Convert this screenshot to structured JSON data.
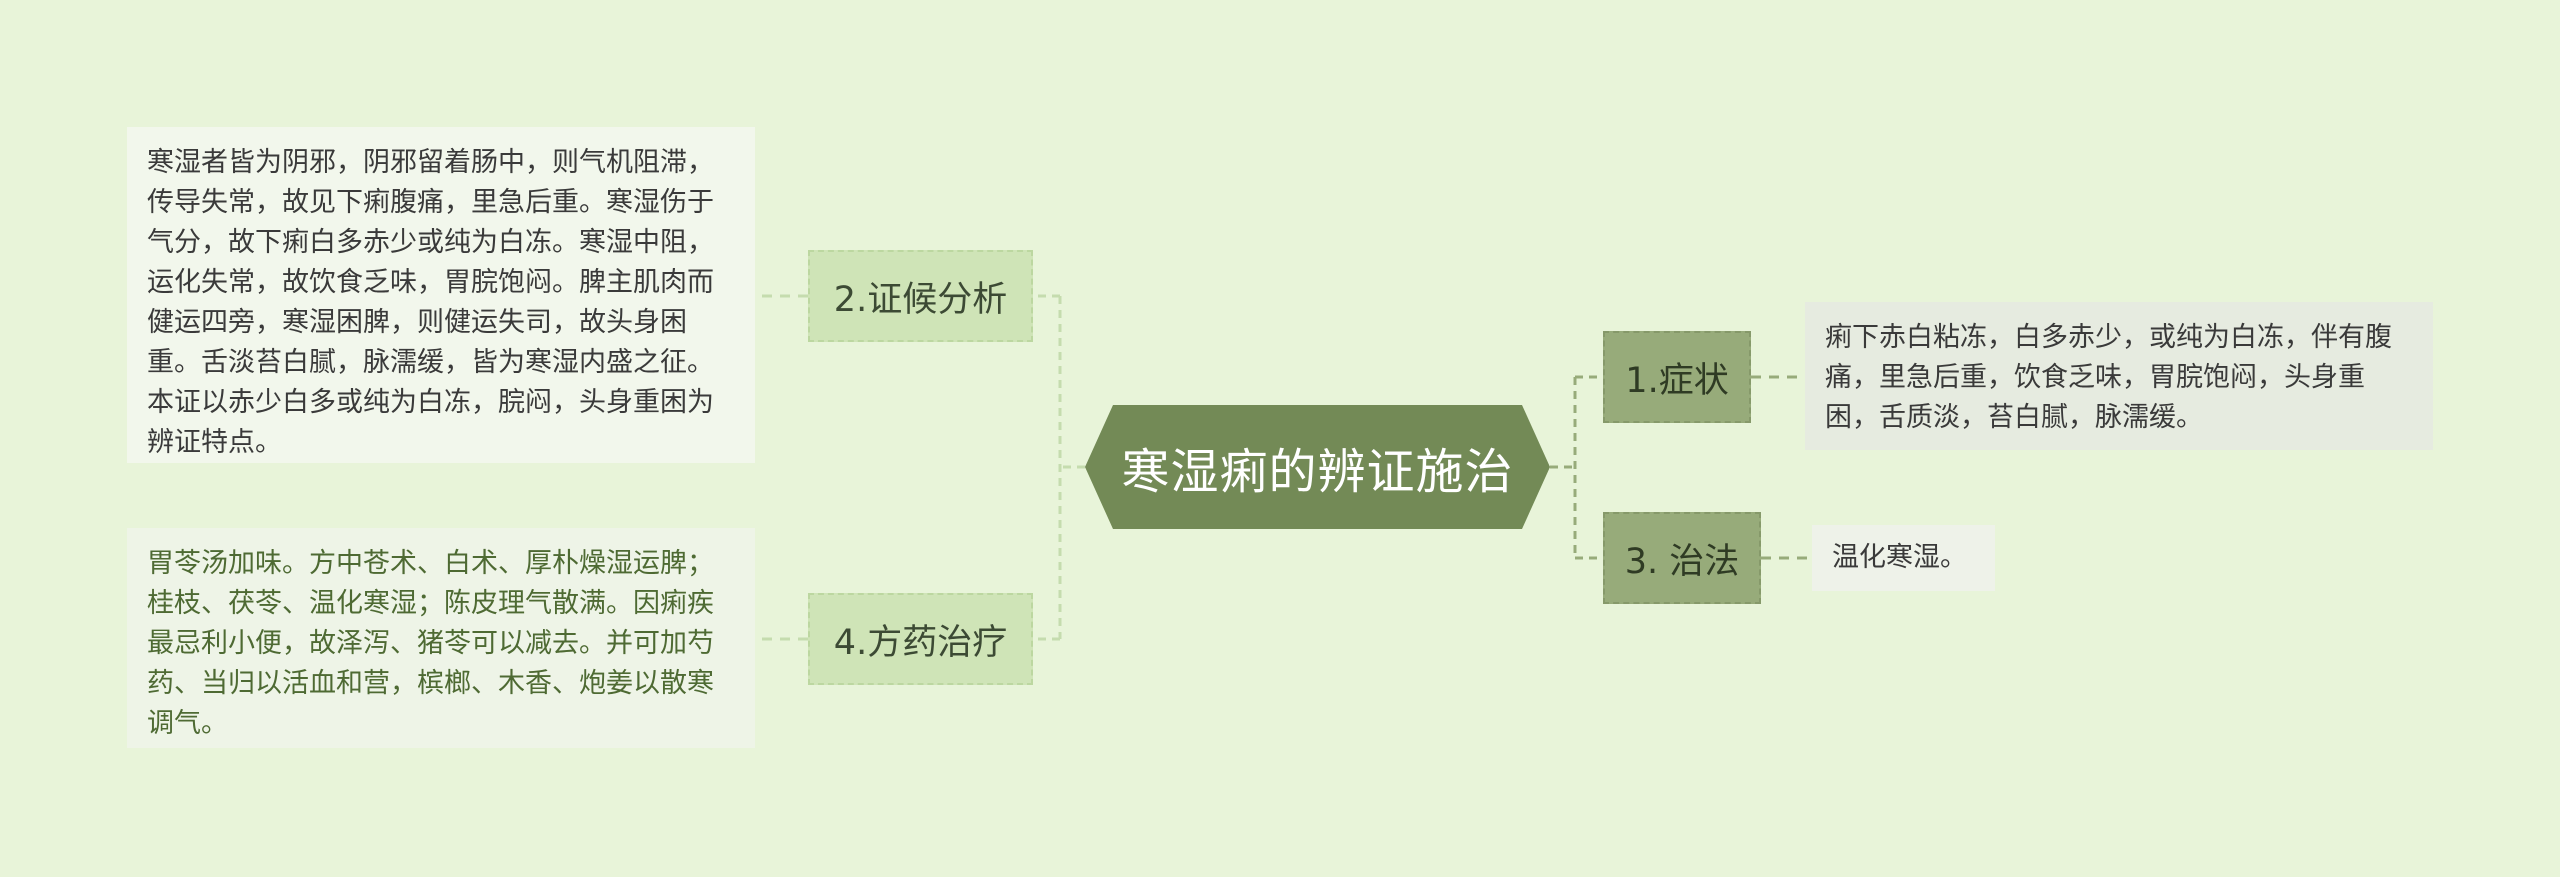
{
  "center": {
    "label": "寒湿痢的辨证施治"
  },
  "branches": {
    "zhenghou": "2.证候分析",
    "fangyao": "4.方药治疗",
    "zhengzhuang": "1.症状",
    "zhifa": "3. 治法"
  },
  "leaves": {
    "zhenghou_text": "寒湿者皆为阴邪，阴邪留着肠中，则气机阻滞，传导失常，故见下痢腹痛，里急后重。寒湿伤于气分，故下痢白多赤少或纯为白冻。寒湿中阻，运化失常，故饮食乏味，胃脘饱闷。脾主肌肉而健运四旁，寒湿困脾，则健运失司，故头身困重。舌淡苔白腻，脉濡缓，皆为寒湿内盛之征。本证以赤少白多或纯为白冻，脘闷，头身重困为辨证特点。",
    "fangyao_text": "胃苓汤加味。方中苍术、白术、厚朴燥湿运脾；桂枝、茯苓、温化寒湿；陈皮理气散满。因痢疾最忌利小便，故泽泻、猪苓可以减去。并可加芍药、当归以活血和营，槟榔、木香、炮姜以散寒调气。",
    "zhengzhuang_text": "痢下赤白粘冻，白多赤少，或纯为白冻，伴有腹痛，里急后重，饮食乏味，胃脘饱闷，头身重困，舌质淡，苔白腻，脉濡缓。",
    "zhifa_text": "温化寒湿。"
  },
  "colors": {
    "background": "#e8f4d9",
    "center_fill": "#738a56",
    "left_branch_fill": "#cfe4b7",
    "right_branch_fill": "#97ab7a",
    "connector": "#c5dcae"
  }
}
